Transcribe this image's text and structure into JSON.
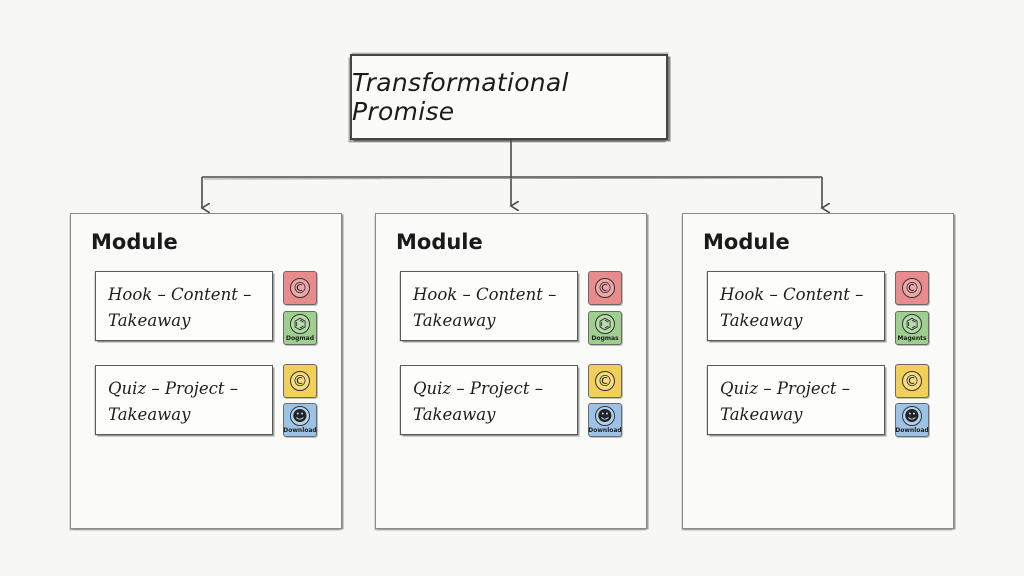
{
  "root": {
    "title": "Transformational Promise"
  },
  "modules": [
    {
      "title": "Module",
      "steps": [
        {
          "line1": "Hook – Content –",
          "line2": "Takeaway"
        },
        {
          "line1": "Quiz – Project –",
          "line2": "Takeaway"
        }
      ],
      "badges": [
        {
          "icon": "©",
          "label": ""
        },
        {
          "icon": "⌬",
          "label": "Dogmad"
        },
        {
          "icon": "©",
          "label": ""
        },
        {
          "icon": "☻",
          "label": "Download"
        }
      ]
    },
    {
      "title": "Module",
      "steps": [
        {
          "line1": "Hook – Content –",
          "line2": "Takeaway"
        },
        {
          "line1": "Quiz – Project –",
          "line2": "Takeaway"
        }
      ],
      "badges": [
        {
          "icon": "©",
          "label": ""
        },
        {
          "icon": "⌬",
          "label": "Dogmas"
        },
        {
          "icon": "©",
          "label": ""
        },
        {
          "icon": "☻",
          "label": "Download"
        }
      ]
    },
    {
      "title": "Module",
      "steps": [
        {
          "line1": "Hook – Content –",
          "line2": "Takeaway"
        },
        {
          "line1": "Quiz – Project –",
          "line2": "Takeaway"
        }
      ],
      "badges": [
        {
          "icon": "©",
          "label": ""
        },
        {
          "icon": "⌬",
          "label": "Magents"
        },
        {
          "icon": "©",
          "label": ""
        },
        {
          "icon": "☻",
          "label": "Download"
        }
      ]
    }
  ],
  "colors": {
    "badge_red": "#e98a8c",
    "badge_green": "#9fcf8e",
    "badge_yellow": "#f2cf57",
    "badge_blue": "#9cc3e6",
    "stroke": "#555555"
  }
}
